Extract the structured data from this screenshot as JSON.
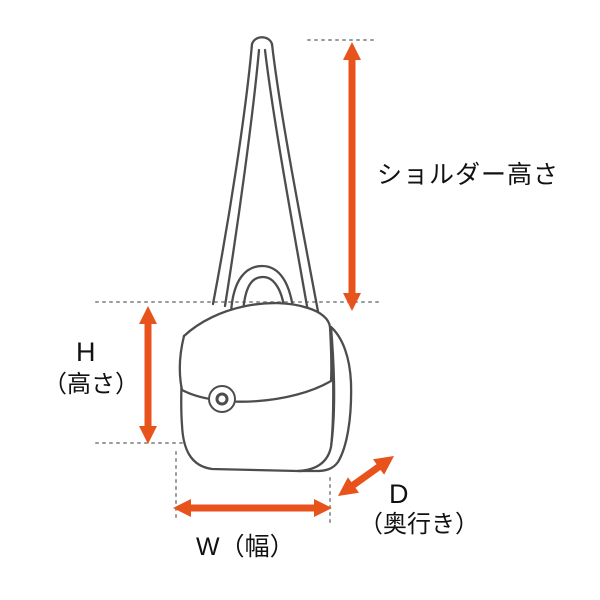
{
  "labels": {
    "shoulder_height": "ショルダー高さ",
    "height_main": "H",
    "height_sub": "（高さ）",
    "width": "W（幅）",
    "depth_main": "D",
    "depth_sub": "（奥行き）"
  },
  "colors": {
    "arrow": "#e8521b",
    "line": "#4d4d4d",
    "dotted": "#9a9a9a",
    "text": "#111111"
  }
}
